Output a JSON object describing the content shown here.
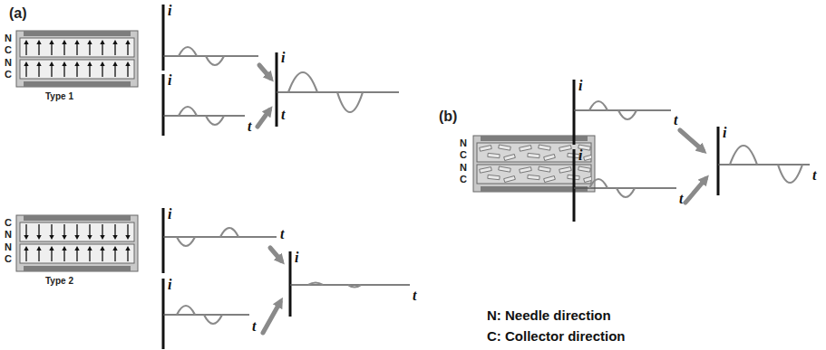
{
  "diagram": {
    "labels": [
      "(a)",
      "N",
      "C",
      "N",
      "C",
      "Type 1",
      "i",
      "i",
      "t",
      "i",
      "t",
      "C",
      "N",
      "N",
      "C",
      "Type 2",
      "i",
      "t",
      "i",
      "t",
      "i",
      "t",
      "(b)",
      "N",
      "C",
      "N",
      "C",
      "i",
      "t",
      "i",
      "t",
      "i",
      "t",
      "N: Needle direction",
      "C: Collector direction"
    ]
  }
}
